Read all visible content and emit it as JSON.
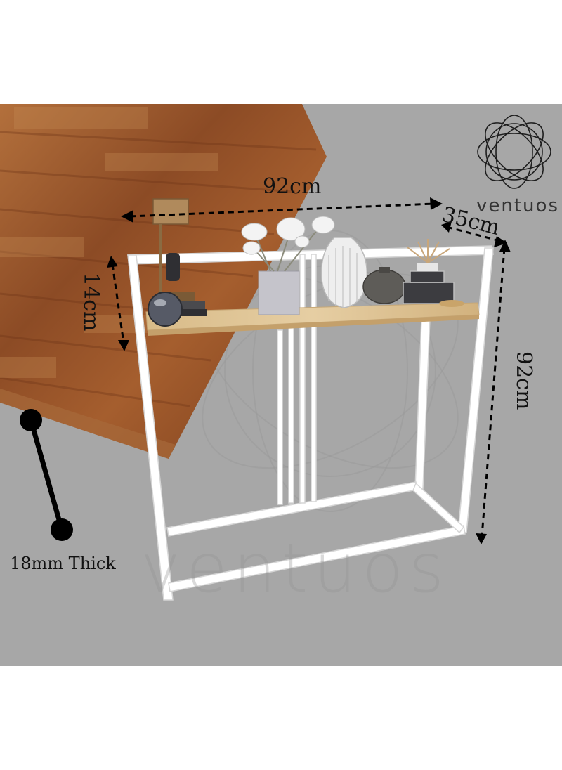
{
  "brand": {
    "name": "ventuos",
    "logo_icon": "lotus-logo-icon",
    "watermark": "ventuos"
  },
  "dimensions": {
    "width": "92cm",
    "depth": "35cm",
    "height": "92cm",
    "shelf_height": "14cm"
  },
  "wood_sample": {
    "thickness_label": "18mm Thick"
  },
  "colors": {
    "background": "#a7a7a7",
    "frame": "#ffffff",
    "wood": "#8a4a22",
    "shelf": "#d9bf8f"
  }
}
